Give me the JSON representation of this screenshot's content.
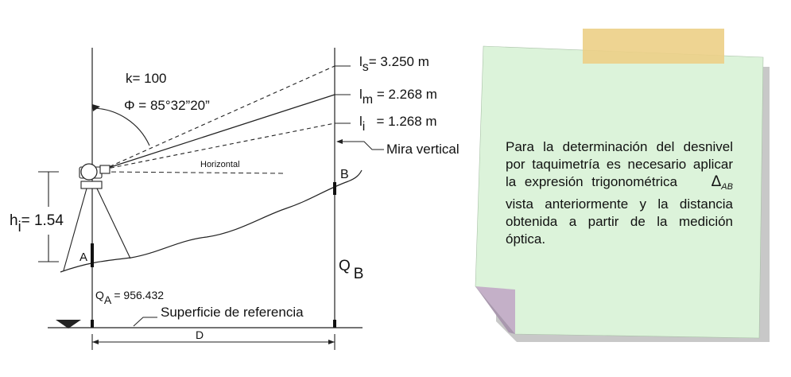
{
  "diagram": {
    "k_label": "k= 100",
    "phi_label": "Φ = 85°32”20”",
    "readings": {
      "upper": {
        "symbol": "l",
        "sub": "s",
        "text": "= 3.250 m"
      },
      "middle": {
        "symbol": "l",
        "sub": "m",
        "text": " = 2.268 m"
      },
      "lower": {
        "symbol": "l",
        "sub": "i",
        "text": "   = 1.268 m"
      }
    },
    "mira_label": "Mira vertical",
    "horizontal_label": "Horizontal",
    "point_b": "B",
    "point_a": "A",
    "hi": {
      "symbol": "h",
      "sub": "i",
      "text": "= 1.54"
    },
    "qb": {
      "symbol": "Q",
      "sub": "B"
    },
    "qa": {
      "symbol": "Q",
      "sub": "A",
      "text": " = 956.432"
    },
    "reference_label": "Superficie de referencia",
    "distance_label": "D"
  },
  "note": {
    "text_before": "Para la determinación del desnivel por taquimetría es necesario aplicar la expresión trigonométrica",
    "delta": "Δ",
    "delta_sub": "AB",
    "text_after": "vista anteriormente y la distancia obtenida a partir de la medición óptica.",
    "colors": {
      "paper": "#dcf3da",
      "shadow": "#c8c8c8",
      "tape": "#eccf86",
      "fold": "#c4b0c8"
    }
  }
}
